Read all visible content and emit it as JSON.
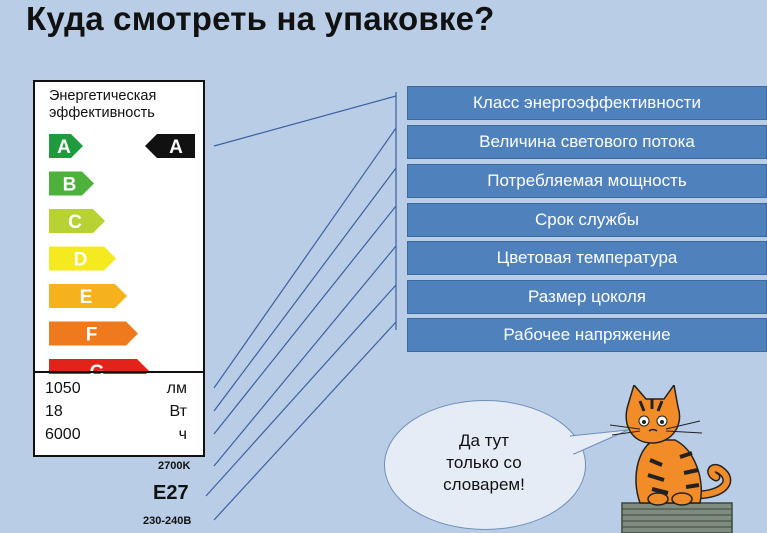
{
  "title": "Куда смотреть на упаковке?",
  "energy_label": {
    "heading_line1": "Энергетическая",
    "heading_line2": "эффективность",
    "classes": [
      {
        "letter": "A",
        "color": "#1e9b3c"
      },
      {
        "letter": "B",
        "color": "#4db13b"
      },
      {
        "letter": "C",
        "color": "#b9d233"
      },
      {
        "letter": "D",
        "color": "#f4ea1f"
      },
      {
        "letter": "E",
        "color": "#f6b21c"
      },
      {
        "letter": "F",
        "color": "#ef7a1e"
      },
      {
        "letter": "G",
        "color": "#e2231a"
      }
    ],
    "rating": "A",
    "rows": [
      {
        "value": "1050",
        "unit": "лм"
      },
      {
        "value": "18",
        "unit": "Вт"
      },
      {
        "value": "6000",
        "unit": "ч"
      }
    ]
  },
  "below_label": {
    "color_temp": "2700K",
    "socket": "E27",
    "voltage": "230-240В"
  },
  "info_boxes": [
    "Класс энергоэффективности",
    "Величина светового потока",
    "Потребляемая мощность",
    "Срок службы",
    "Цветовая температура",
    "Размер цоколя",
    "Рабочее напряжение"
  ],
  "bubble_text": [
    "Да тут",
    "только со",
    "словарем!"
  ],
  "colors": {
    "background": "#b9cde6",
    "box": "#4f81bd",
    "cat": "#f28c28"
  }
}
